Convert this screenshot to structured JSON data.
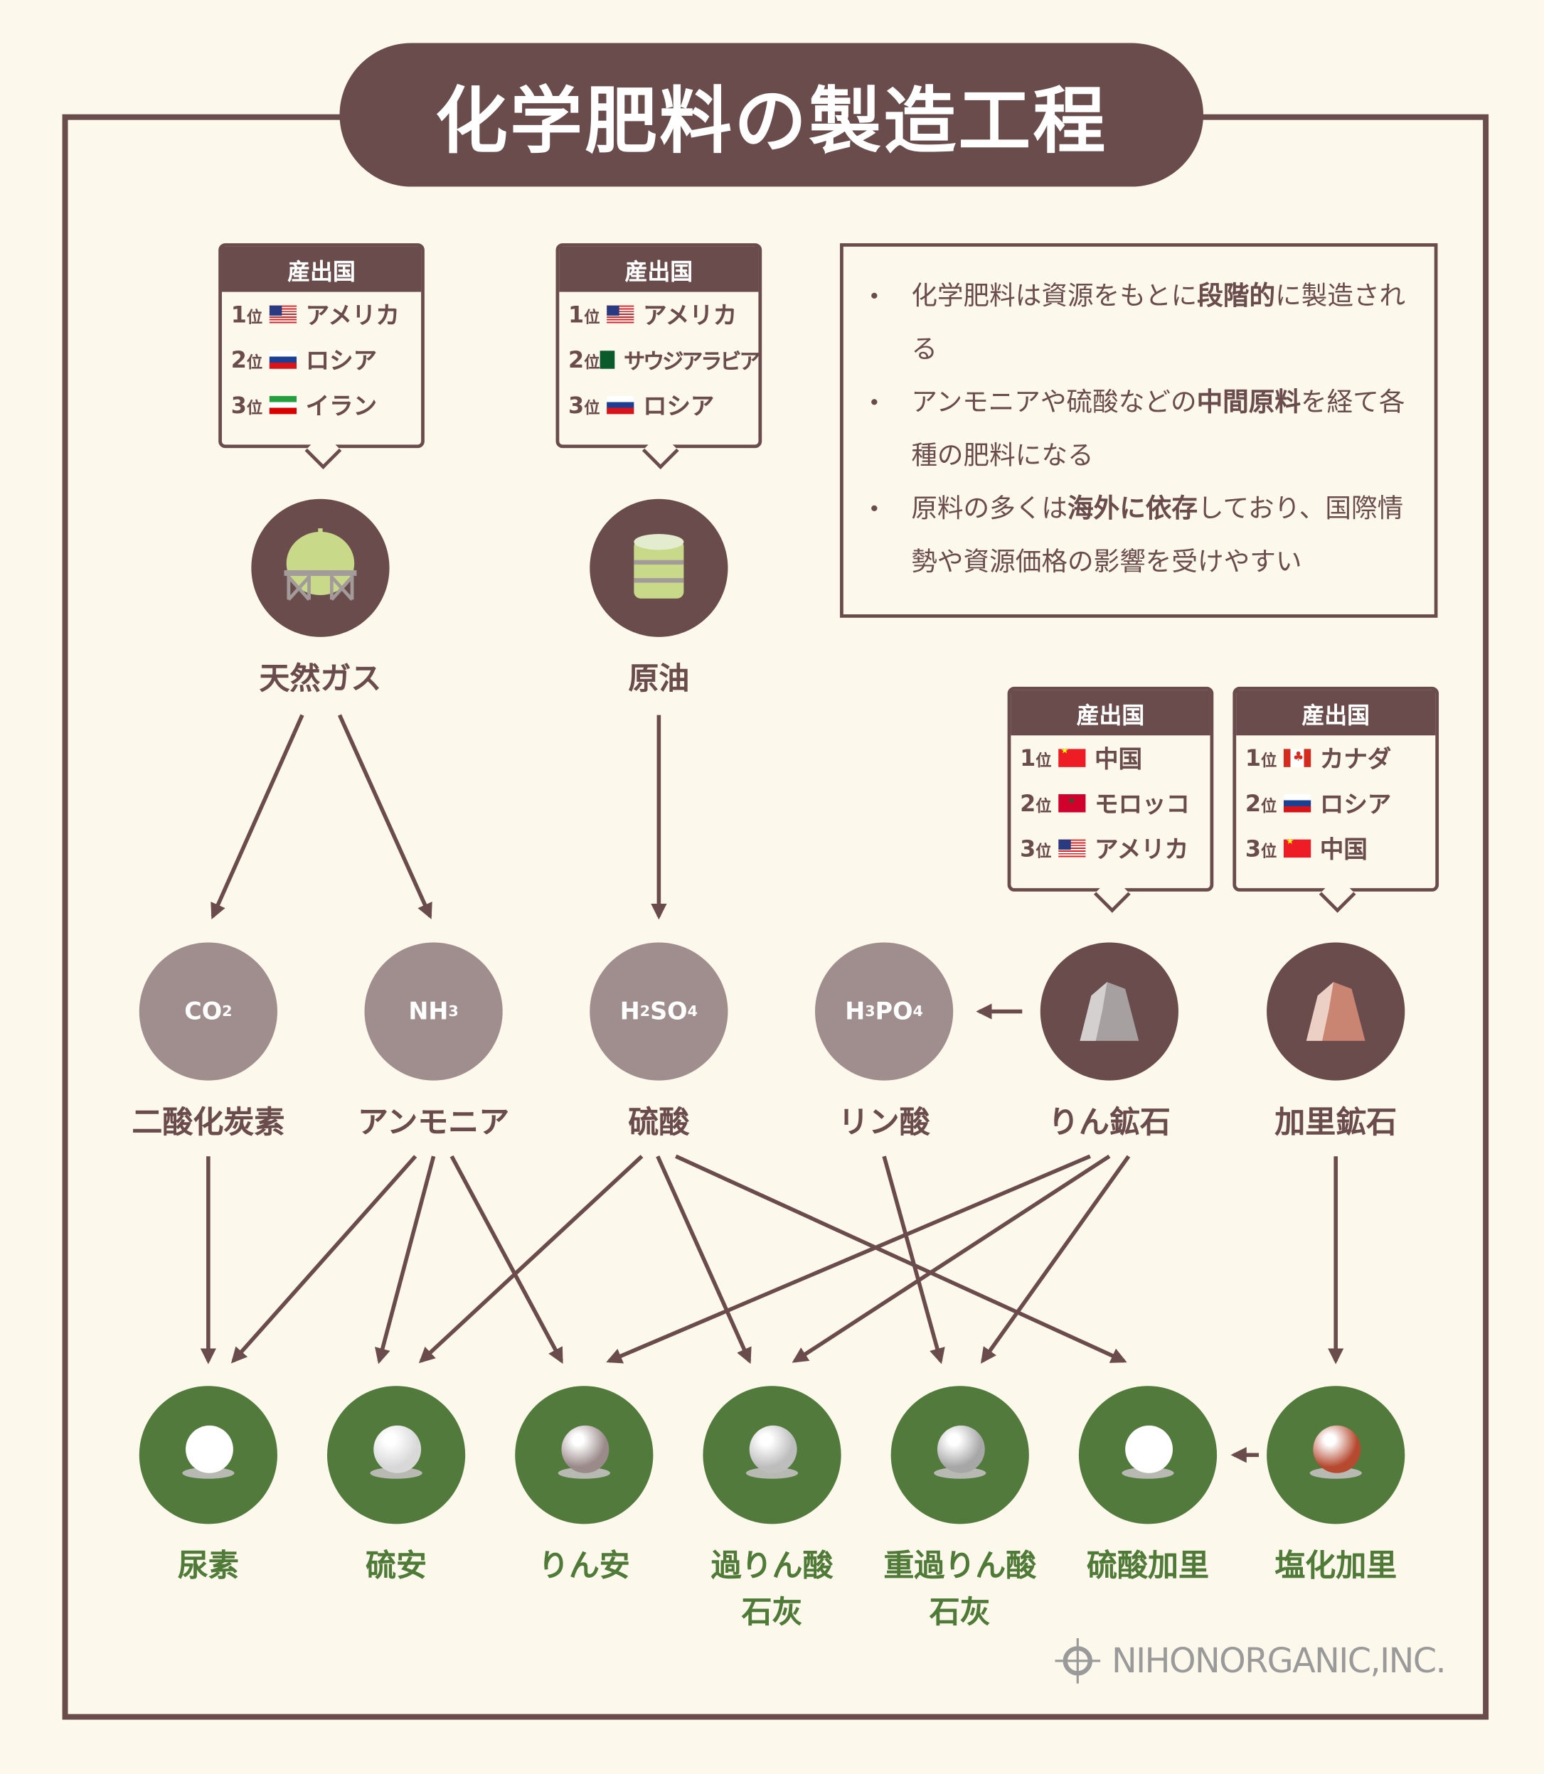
{
  "title": "化学肥料の製造工程",
  "producer_header": "産出国",
  "rank_suffix": "位",
  "producers": {
    "natural_gas": [
      {
        "rank": "1",
        "country": "アメリカ",
        "flag": "us"
      },
      {
        "rank": "2",
        "country": "ロシア",
        "flag": "ru"
      },
      {
        "rank": "3",
        "country": "イラン",
        "flag": "ir"
      }
    ],
    "crude_oil": [
      {
        "rank": "1",
        "country": "アメリカ",
        "flag": "us"
      },
      {
        "rank": "2",
        "country": "サウジアラビア",
        "flag": "sa"
      },
      {
        "rank": "3",
        "country": "ロシア",
        "flag": "ru"
      }
    ],
    "phosphate_rock": [
      {
        "rank": "1",
        "country": "中国",
        "flag": "cn"
      },
      {
        "rank": "2",
        "country": "モロッコ",
        "flag": "ma"
      },
      {
        "rank": "3",
        "country": "アメリカ",
        "flag": "us"
      }
    ],
    "potash_ore": [
      {
        "rank": "1",
        "country": "カナダ",
        "flag": "ca"
      },
      {
        "rank": "2",
        "country": "ロシア",
        "flag": "ru"
      },
      {
        "rank": "3",
        "country": "中国",
        "flag": "cn"
      }
    ]
  },
  "notes": [
    {
      "pre": "化学肥料は資源をもとに",
      "bold": "段階的",
      "post": "に製造される"
    },
    {
      "pre": "アンモニアや硫酸などの",
      "bold": "中間原料",
      "post": "を経て各種の肥料になる"
    },
    {
      "pre": "原料の多くは",
      "bold": "海外に依存",
      "post": "しており、国際情勢や資源価格の影響を受けやすい"
    }
  ],
  "raw": {
    "natural_gas": "天然ガス",
    "crude_oil": "原油"
  },
  "intermediates": {
    "co2": {
      "label": "二酸化炭素",
      "f": [
        "CO",
        "2"
      ]
    },
    "nh3": {
      "label": "アンモニア",
      "f": [
        "NH",
        "3"
      ]
    },
    "h2so4": {
      "label": "硫酸",
      "f": [
        "H",
        "2",
        "SO",
        "4"
      ]
    },
    "h3po4": {
      "label": "リン酸",
      "f": [
        "H",
        "3",
        "PO",
        "4"
      ]
    },
    "phosphate_rock": {
      "label": "りん鉱石"
    },
    "potash_ore": {
      "label": "加里鉱石"
    }
  },
  "fertilizers": [
    {
      "label": "尿素",
      "color": "#ffffff"
    },
    {
      "label": "硫安",
      "color": "#d8d8d8"
    },
    {
      "label": "りん安",
      "color": "#9b8a8a"
    },
    {
      "label": "過りん酸",
      "label2": "石灰",
      "color": "#bdbdbd"
    },
    {
      "label": "重過りん酸",
      "label2": "石灰",
      "color": "#a7a7a7"
    },
    {
      "label": "硫酸加里",
      "color": "#ffffff"
    },
    {
      "label": "塩化加里",
      "color": "#b54a30"
    }
  ],
  "logo": "NIHONORGANIC,INC.",
  "colors": {
    "brown": "#6b4c4c",
    "grey": "#a08e8e",
    "green": "#527a3d",
    "background": "#fdf8ec"
  }
}
